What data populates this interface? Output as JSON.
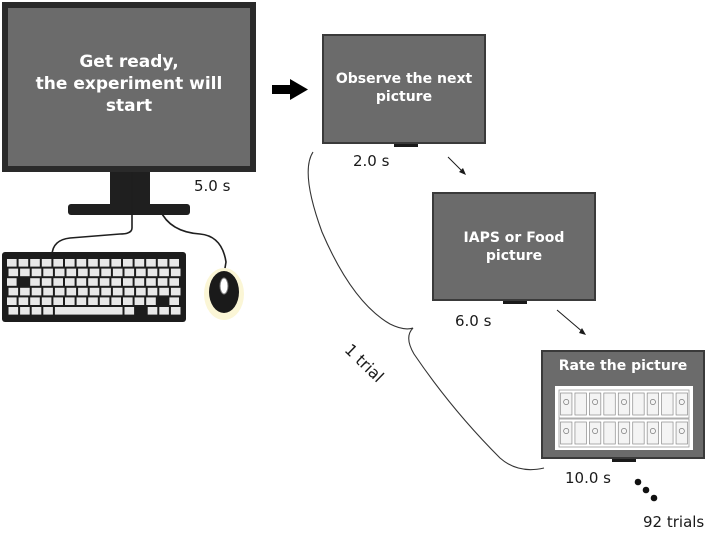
{
  "main_monitor": {
    "line1": "Get ready,",
    "line2": "the experiment will",
    "line3": "start",
    "duration": "5.0 s"
  },
  "steps": [
    {
      "line1": "Observe the next",
      "line2": "picture",
      "duration": "2.0 s"
    },
    {
      "line1": "IAPS or Food",
      "line2": "picture",
      "duration": "6.0 s"
    },
    {
      "line1": "Rate the picture",
      "line2": "",
      "duration": "10.0 s"
    }
  ],
  "trial_label": "1 trial",
  "total_trials": "92 trials",
  "colors": {
    "screen": "#6b6b6b",
    "frame": "#2b2b2b",
    "key": "#e8e8e8"
  }
}
